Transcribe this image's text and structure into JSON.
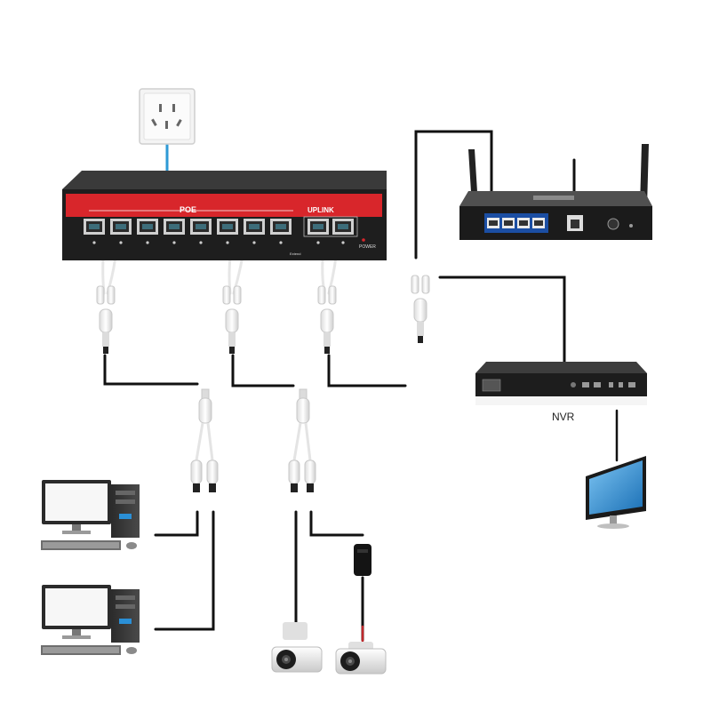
{
  "switch": {
    "poe_label": "POE",
    "uplink_label": "UPLINK",
    "power_label": "POWER",
    "extend_label": "Extend"
  },
  "nvr": {
    "label": "NVR"
  },
  "colors": {
    "accent": "#d8262b",
    "cable": "#111111",
    "device": "#1c1c1c",
    "socket": "#eeeeee",
    "screen": "#2a8fd6"
  },
  "icons": [
    "wall-socket-icon",
    "poe-switch-icon",
    "router-icon",
    "nvr-icon",
    "monitor-icon",
    "computer-icon",
    "ip-camera-icon",
    "power-adapter-icon",
    "splitter-icon"
  ]
}
